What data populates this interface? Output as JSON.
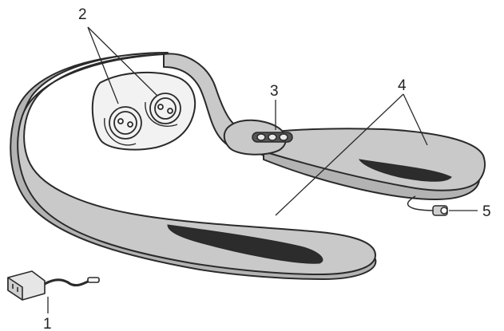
{
  "diagram": {
    "colors": {
      "outline": "#2a2a2a",
      "body_fill": "#c9c9c9",
      "body_fill_dark": "#b3b3b3",
      "nodes_fill": "#f2f2f2",
      "hand_groove": "#2c2c2c",
      "background": "#ffffff"
    },
    "callouts": [
      {
        "number": "1",
        "part": "power-adapter"
      },
      {
        "number": "2",
        "part": "massage-nodes"
      },
      {
        "number": "3",
        "part": "control-panel"
      },
      {
        "number": "4",
        "part": "hand-loops"
      },
      {
        "number": "5",
        "part": "power-jack"
      }
    ]
  }
}
